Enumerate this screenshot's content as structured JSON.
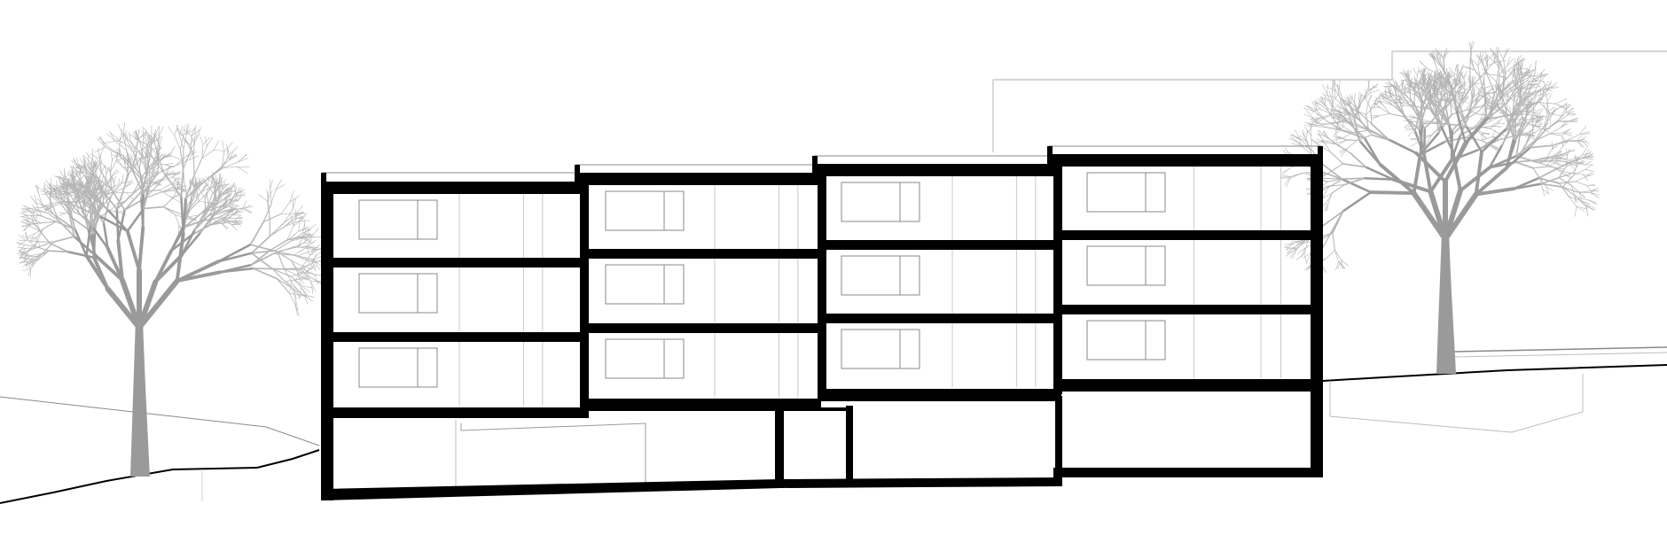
{
  "drawing": {
    "kind": "architectural-section",
    "colors": {
      "background": "#ffffff",
      "wall": "#000000",
      "thin_line": "#8a8a8a",
      "light_line": "#bdbdbd",
      "tree": "#9a9a9a",
      "tree_light": "#b5b5b5"
    },
    "trees": [
      {
        "icon": "deciduous-tree-icon",
        "side": "left"
      },
      {
        "icon": "deciduous-tree-icon",
        "side": "right"
      }
    ],
    "building": {
      "blocks": [
        {
          "name": "block-1",
          "floors": 3,
          "windows_per_floor": 1
        },
        {
          "name": "block-2",
          "floors": 3,
          "windows_per_floor": 1
        },
        {
          "name": "block-3",
          "floors": 3,
          "windows_per_floor": 1
        },
        {
          "name": "block-4",
          "floors": 3,
          "windows_per_floor": 1
        }
      ],
      "basement_rooms": 4
    }
  }
}
